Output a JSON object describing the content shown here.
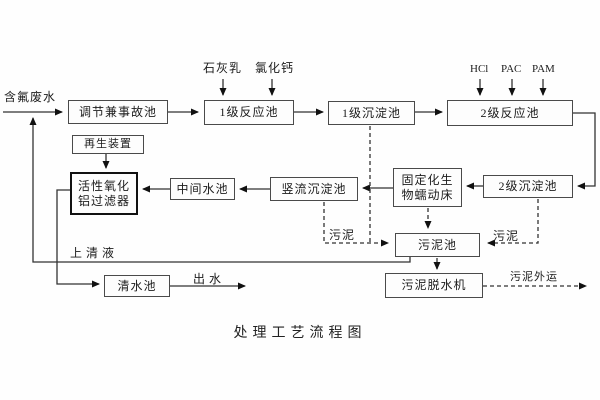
{
  "title": "处理工艺流程图",
  "colors": {
    "line": "#333333",
    "box_border": "#4a4a4a",
    "bold_box_border": "#111111",
    "background": "#fefefe",
    "text": "#1c1c1c"
  },
  "nodes": {
    "regulating_pool": "调节兼事故池",
    "reaction_pool_1": "1级反应池",
    "sedimentation_pool_1": "1级沉淀池",
    "reaction_pool_2": "2级反应池",
    "sedimentation_pool_2": "2级沉淀池",
    "bio_bed_line1": "固定化生",
    "bio_bed_line2": "物蠕动床",
    "vertical_flow_pool": "竖流沉淀池",
    "intermediate_pool": "中间水池",
    "alumina_filter_line1": "活性氧化",
    "alumina_filter_line2": "铝过滤器",
    "regeneration_device": "再生装置",
    "sludge_pool": "污泥池",
    "sludge_dewatering": "污泥脱水机",
    "clean_water_pool": "清水池"
  },
  "stream_labels": {
    "influent": "含氟废水",
    "supernatant": "上清液",
    "effluent": "出水",
    "sludge_left": "污泥",
    "sludge_right": "污泥",
    "sludge_out": "污泥外运"
  },
  "chemicals": {
    "lime_milk": "石灰乳",
    "calcium_chloride": "氯化钙",
    "hcl": "HCl",
    "pac": "PAC",
    "pam": "PAM"
  }
}
